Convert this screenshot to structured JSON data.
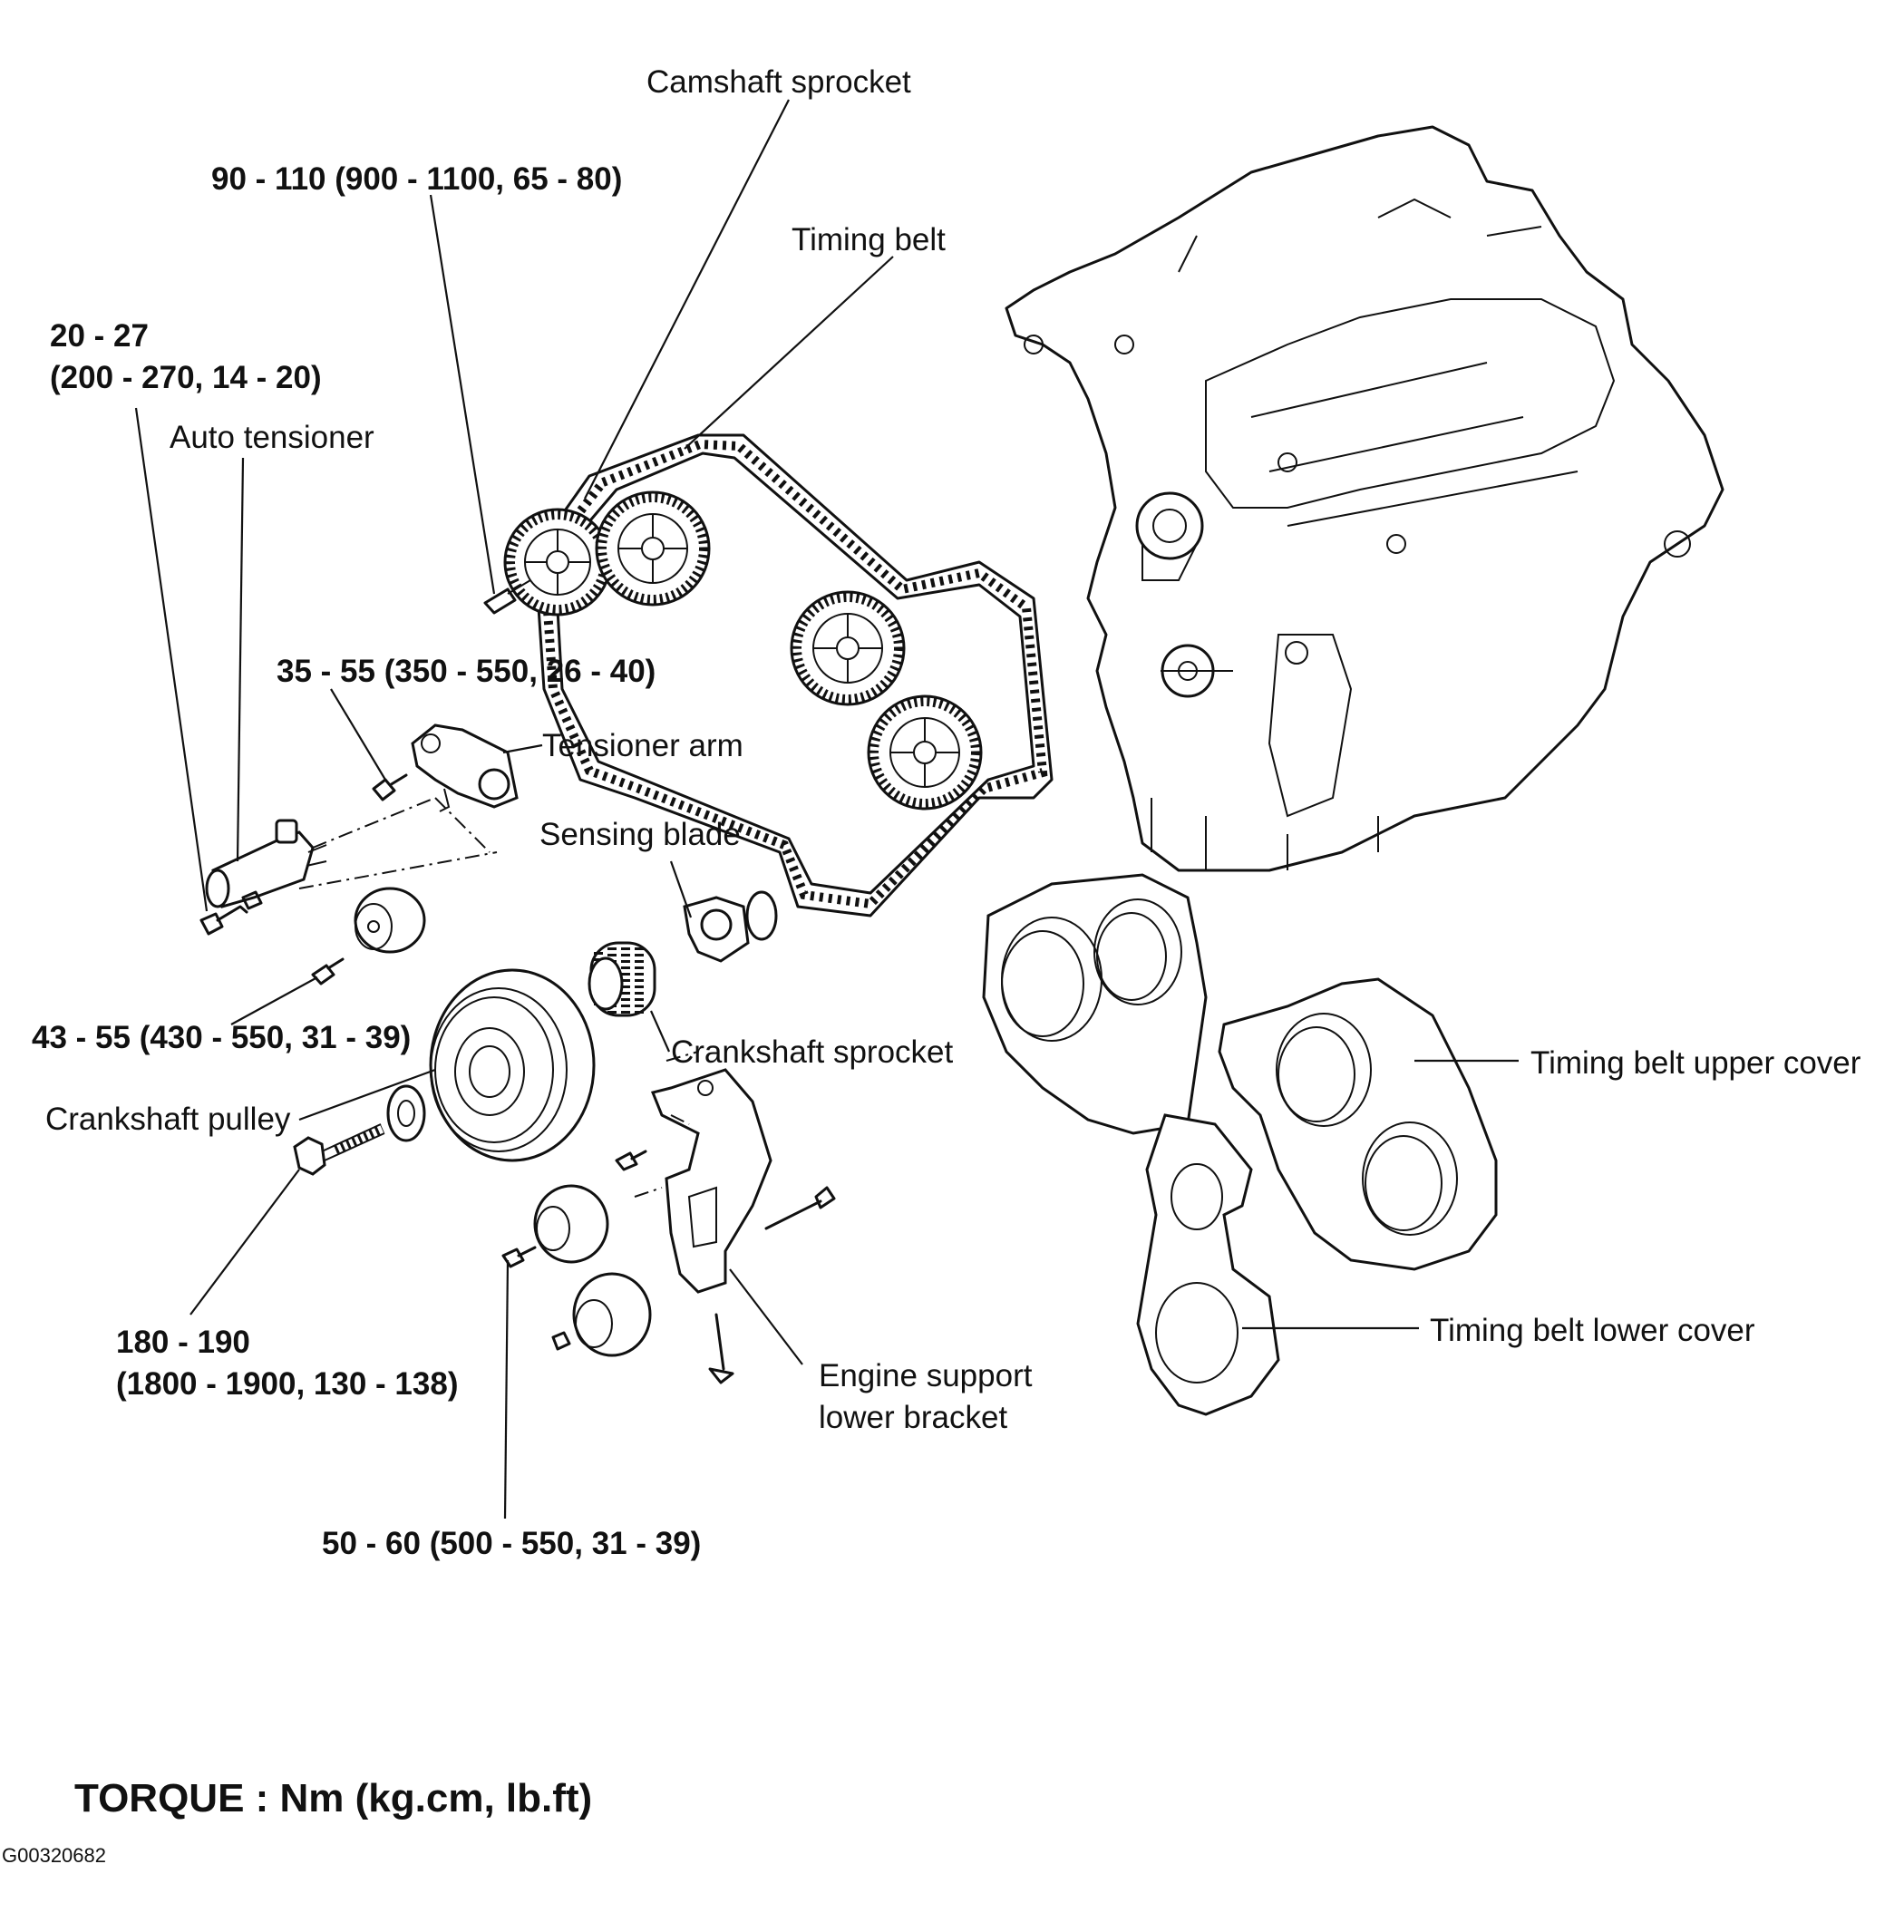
{
  "labels": {
    "camshaft_sprocket": "Camshaft sprocket",
    "timing_belt": "Timing belt",
    "auto_tensioner": "Auto tensioner",
    "tensioner_arm": "Tensioner arm",
    "sensing_blade": "Sensing blade",
    "crankshaft_sprocket": "Crankshaft sprocket",
    "crankshaft_pulley": "Crankshaft pulley",
    "timing_belt_upper_cover": "Timing belt upper cover",
    "timing_belt_lower_cover": "Timing belt lower cover",
    "engine_support_lower_bracket_1": "Engine support",
    "engine_support_lower_bracket_2": "lower bracket"
  },
  "torque_values": {
    "camshaft_bolt": "90 - 110 (900 - 1100, 65 - 80)",
    "auto_tensioner_bolt_1": "20 - 27",
    "auto_tensioner_bolt_2": "(200 - 270, 14 - 20)",
    "tensioner_arm_bolt": "35 - 55 (350 - 550, 26 - 40)",
    "idler_bolt": "43 - 55 (430 - 550, 31 - 39)",
    "crankshaft_bolt_1": "180 - 190",
    "crankshaft_bolt_2": "(1800 - 1900, 130 - 138)",
    "bracket_bolt": "50 - 60 (500 - 550, 31 - 39)"
  },
  "footer": {
    "torque_units": "TORQUE : Nm (kg.cm, lb.ft)",
    "figure_id": "G00320682"
  }
}
